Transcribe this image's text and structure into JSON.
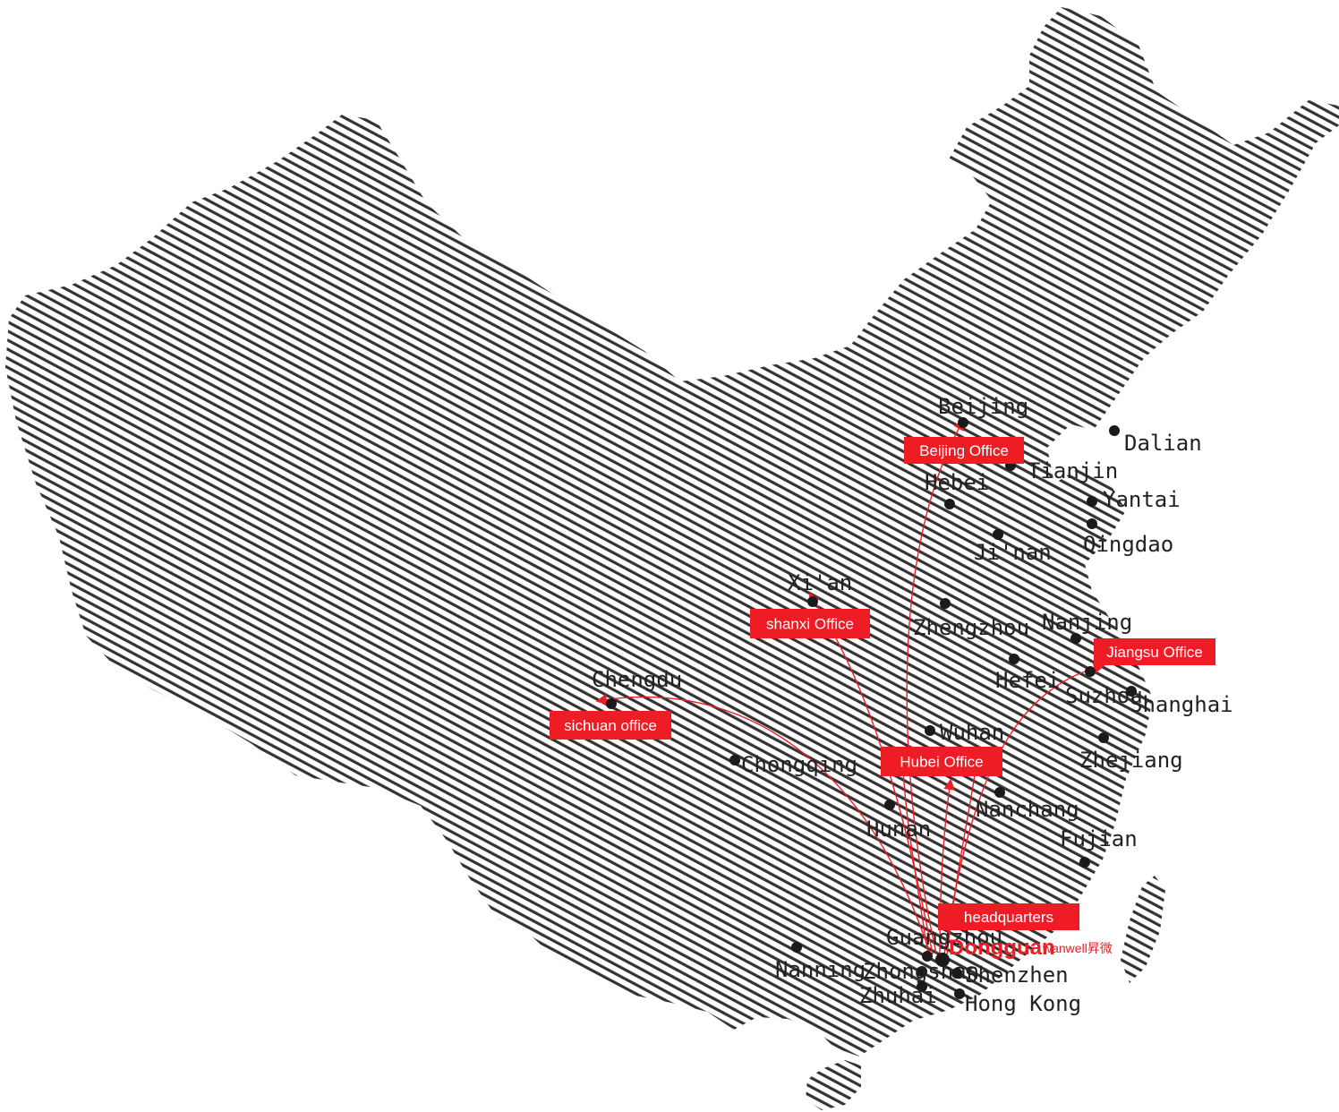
{
  "colors": {
    "accent": "#ee1c24",
    "land_hatch": "#333333",
    "dot": "#1a1a1a",
    "label": "#222222"
  },
  "cities": [
    {
      "name": "Beijing"
    },
    {
      "name": "Dalian"
    },
    {
      "name": "Tianjin"
    },
    {
      "name": "Hebei"
    },
    {
      "name": "Yantai"
    },
    {
      "name": "Qingdao"
    },
    {
      "name": "Ji'nan"
    },
    {
      "name": "Xi'an"
    },
    {
      "name": "Zhengzhou"
    },
    {
      "name": "Nanjing"
    },
    {
      "name": "Hefei"
    },
    {
      "name": "Suzhou"
    },
    {
      "name": "Shanghai"
    },
    {
      "name": "Chengdu"
    },
    {
      "name": "Wuhan"
    },
    {
      "name": "Zhejiang"
    },
    {
      "name": "Chongqing"
    },
    {
      "name": "Nanchang"
    },
    {
      "name": "Hunan"
    },
    {
      "name": "Fujian"
    },
    {
      "name": "Guangzhou"
    },
    {
      "name": "Nanning"
    },
    {
      "name": "Zhongshan"
    },
    {
      "name": "Shenzhen"
    },
    {
      "name": "Zhuhai"
    },
    {
      "name": "Hong Kong"
    }
  ],
  "offices": [
    {
      "label": "Beijing Office"
    },
    {
      "label": "shanxi Office"
    },
    {
      "label": "Jiangsu Office"
    },
    {
      "label": "sichuan office"
    },
    {
      "label": "Hubei Office"
    },
    {
      "label": "headquarters"
    }
  ],
  "headquarters": {
    "city": "Dongguan",
    "brand": "wanwell昇微"
  }
}
